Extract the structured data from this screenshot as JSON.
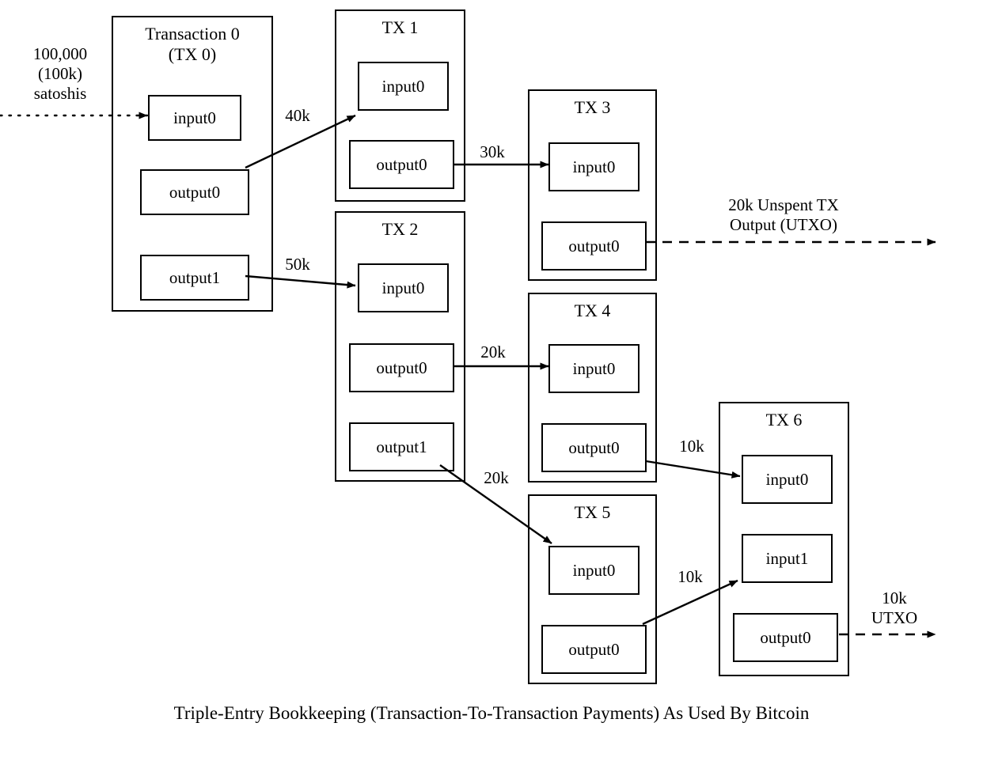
{
  "diagram": {
    "caption": "Triple-Entry Bookkeeping (Transaction-To-Transaction Payments) As Used By Bitcoin",
    "source_label": "100,000\n(100k)\nsatoshis",
    "utxo_20k_label": "20k Unspent TX\nOutput (UTXO)",
    "utxo_10k_label": "10k\nUTXO"
  },
  "transactions": [
    {
      "id": "tx0",
      "title": "Transaction 0\n(TX 0)",
      "slots": [
        {
          "name": "input0",
          "label": "input0"
        },
        {
          "name": "output0",
          "label": "output0"
        },
        {
          "name": "output1",
          "label": "output1"
        }
      ]
    },
    {
      "id": "tx1",
      "title": "TX 1",
      "slots": [
        {
          "name": "input0",
          "label": "input0"
        },
        {
          "name": "output0",
          "label": "output0"
        }
      ]
    },
    {
      "id": "tx2",
      "title": "TX 2",
      "slots": [
        {
          "name": "input0",
          "label": "input0"
        },
        {
          "name": "output0",
          "label": "output0"
        },
        {
          "name": "output1",
          "label": "output1"
        }
      ]
    },
    {
      "id": "tx3",
      "title": "TX 3",
      "slots": [
        {
          "name": "input0",
          "label": "input0"
        },
        {
          "name": "output0",
          "label": "output0"
        }
      ]
    },
    {
      "id": "tx4",
      "title": "TX 4",
      "slots": [
        {
          "name": "input0",
          "label": "input0"
        },
        {
          "name": "output0",
          "label": "output0"
        }
      ]
    },
    {
      "id": "tx5",
      "title": "TX 5",
      "slots": [
        {
          "name": "input0",
          "label": "input0"
        },
        {
          "name": "output0",
          "label": "output0"
        }
      ]
    },
    {
      "id": "tx6",
      "title": "TX 6",
      "slots": [
        {
          "name": "input0",
          "label": "input0"
        },
        {
          "name": "input1",
          "label": "input1"
        },
        {
          "name": "output0",
          "label": "output0"
        }
      ]
    }
  ],
  "flows": [
    {
      "id": "f40k",
      "amount": "40k",
      "from": "tx0.output0",
      "to": "tx1.input0",
      "style": "solid"
    },
    {
      "id": "f50k",
      "amount": "50k",
      "from": "tx0.output1",
      "to": "tx2.input0",
      "style": "solid"
    },
    {
      "id": "f30k",
      "amount": "30k",
      "from": "tx1.output0",
      "to": "tx3.input0",
      "style": "solid"
    },
    {
      "id": "f20k_tx4",
      "amount": "20k",
      "from": "tx2.output0",
      "to": "tx4.input0",
      "style": "solid"
    },
    {
      "id": "f20k_tx5",
      "amount": "20k",
      "from": "tx2.output1",
      "to": "tx5.input0",
      "style": "solid"
    },
    {
      "id": "f10k_tx6_in0",
      "amount": "10k",
      "from": "tx4.output0",
      "to": "tx6.input0",
      "style": "solid"
    },
    {
      "id": "f10k_tx6_in1",
      "amount": "10k",
      "from": "tx5.output0",
      "to": "tx6.input1",
      "style": "solid"
    },
    {
      "id": "f_source",
      "amount": "100,000 (100k) satoshis",
      "from": "external",
      "to": "tx0.input0",
      "style": "dotted"
    },
    {
      "id": "f_utxo20k",
      "amount": "20k",
      "from": "tx3.output0",
      "to": "unspent",
      "style": "dashed"
    },
    {
      "id": "f_utxo10k",
      "amount": "10k",
      "from": "tx6.output0",
      "to": "unspent",
      "style": "dashed"
    }
  ]
}
